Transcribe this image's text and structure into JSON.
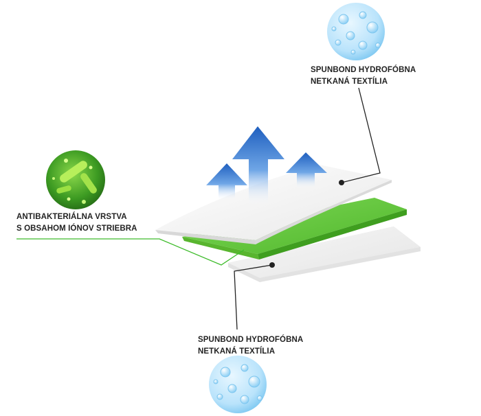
{
  "labels": {
    "top": {
      "line1": "SPUNBOND HYDROFÓBNA",
      "line2": "NETKANÁ TEXTÍLIA"
    },
    "middle": {
      "line1": "ANTIBAKTERIÁLNA VRSTVA",
      "line2": "S OBSAHOM IÓNOV STRIEBRA"
    },
    "bottom": {
      "line1": "SPUNBOND HYDROFÓBNA",
      "line2": "NETKANÁ TEXTÍLIA"
    }
  },
  "icons": {
    "top": "water-drops-icon",
    "middle": "bacteria-icon",
    "bottom": "water-drops-icon"
  },
  "colors": {
    "layer_white": "#f2f2f2",
    "layer_green": "#5cc22e",
    "arrow_blue": "#2a6fc9",
    "drops_blue": "#bfe6fb",
    "bacteria_green": "#2f8f1c",
    "leader_line": "#222222",
    "leader_line_green": "#3dbb2a"
  }
}
